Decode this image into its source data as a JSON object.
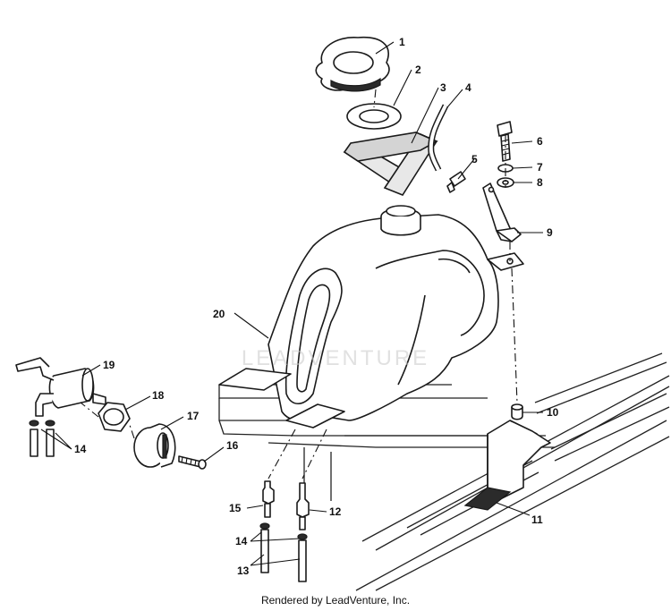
{
  "diagram": {
    "callouts": {
      "c1": "1",
      "c2": "2",
      "c3": "3",
      "c4": "4",
      "c5": "5",
      "c6": "6",
      "c7": "7",
      "c8": "8",
      "c9": "9",
      "c10": "10",
      "c11": "11",
      "c12": "12",
      "c13": "13",
      "c14a": "14",
      "c14b": "14",
      "c15": "15",
      "c16": "16",
      "c17": "17",
      "c18": "18",
      "c19": "19",
      "c20": "20"
    },
    "watermark": "LEADVENTURE"
  },
  "footer": {
    "credit": "Rendered by LeadVenture, Inc."
  }
}
